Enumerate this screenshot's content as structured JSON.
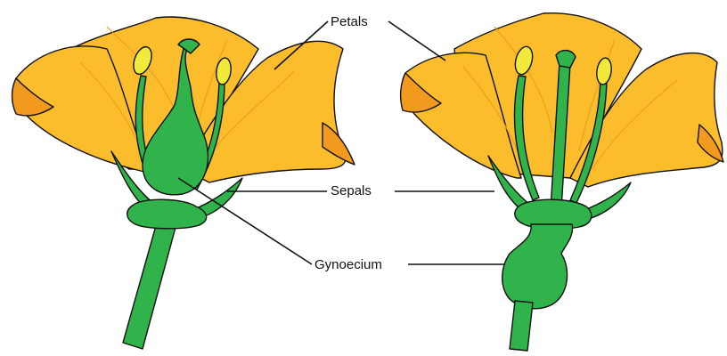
{
  "labels": {
    "petals": "Petals",
    "sepals": "Sepals",
    "gynoecium": "Gynoecium"
  },
  "colors": {
    "petal": "#FBBD2B",
    "petal_vein": "#E8A21A",
    "petal_edge": "#F29A1E",
    "green": "#2FB34A",
    "anther": "#F2EA3A",
    "outline": "#111111"
  },
  "icons": {
    "left_flower": "flower-superior-ovary-icon",
    "right_flower": "flower-inferior-ovary-icon"
  }
}
